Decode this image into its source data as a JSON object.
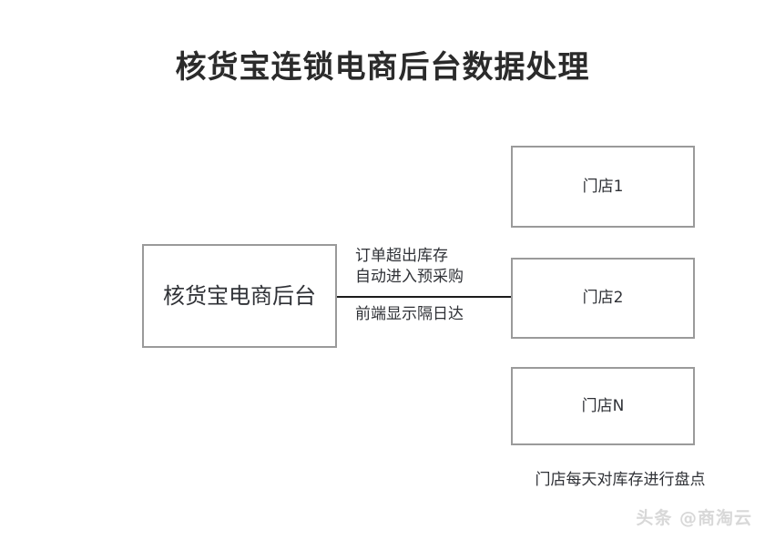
{
  "diagram": {
    "title": "核货宝连锁电商后台数据处理",
    "backend": {
      "label": "核货宝电商后台"
    },
    "stores": [
      {
        "label": "门店1"
      },
      {
        "label": "门店2"
      },
      {
        "label": "门店N"
      }
    ],
    "edge_labels": {
      "upper_line1": "订单超出库存",
      "upper_line2": "自动进入预采购",
      "lower": "前端显示隔日达"
    },
    "caption": "门店每天对库存进行盘点",
    "watermark": "头条 @商淘云",
    "colors": {
      "box_border": "#9a9a9a",
      "connector": "#1c1c1c",
      "text": "#2f3136",
      "title": "#2b2b2b",
      "watermark": "#d8d8d8",
      "background": "#ffffff"
    }
  }
}
